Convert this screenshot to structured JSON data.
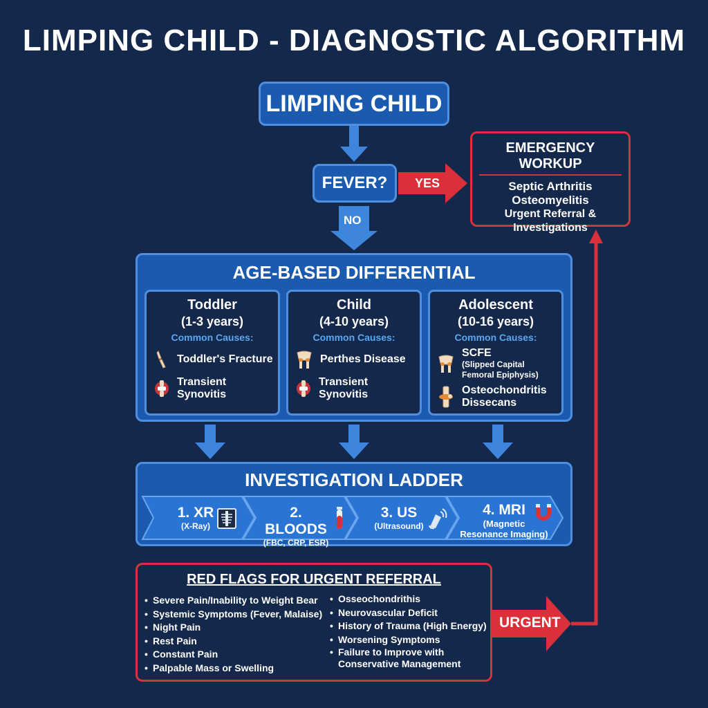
{
  "title": "LIMPING CHILD - DIAGNOSTIC ALGORITHM",
  "start_node": "LIMPING CHILD",
  "fever_node": "FEVER?",
  "yes_label": "YES",
  "no_label": "NO",
  "urgent_label": "URGENT",
  "emergency": {
    "title": "EMERGENCY WORKUP",
    "items": [
      "Septic Arthritis",
      "Osteomyelitis",
      "Urgent Referral &",
      "Investigations"
    ]
  },
  "age_differential": {
    "title": "AGE-BASED DIFFERENTIAL",
    "groups": [
      {
        "name": "Toddler",
        "range": "(1-3 years)",
        "causes_label": "Common Causes:",
        "causes": [
          {
            "label": "Toddler's Fracture",
            "icon": "bone-fracture-icon"
          },
          {
            "label": "Transient Synovitis",
            "icon": "inflamed-joint-icon"
          }
        ]
      },
      {
        "name": "Child",
        "range": "(4-10 years)",
        "causes_label": "Common Causes:",
        "causes": [
          {
            "label": "Perthes Disease",
            "icon": "pelvis-icon"
          },
          {
            "label": "Transient Synovitis",
            "icon": "inflamed-joint-icon"
          }
        ]
      },
      {
        "name": "Adolescent",
        "range": "(10-16 years)",
        "causes_label": "Common Causes:",
        "causes": [
          {
            "label": "SCFE",
            "sub": "(Slipped Capital Femoral Epiphysis)",
            "icon": "pelvis-icon"
          },
          {
            "label": "Osteochondritis Dissecans",
            "icon": "knee-joint-icon"
          }
        ]
      }
    ]
  },
  "investigation_ladder": {
    "title": "INVESTIGATION LADDER",
    "steps": [
      {
        "name": "1. XR",
        "sub": "(X-Ray)",
        "icon": "xray-icon"
      },
      {
        "name": "2. BLOODS",
        "sub": "(FBC, CRP, ESR)",
        "icon": "blood-tube-icon"
      },
      {
        "name": "3. US",
        "sub": "(Ultrasound)",
        "icon": "ultrasound-probe-icon"
      },
      {
        "name": "4. MRI",
        "sub": "(Magnetic Resonance Imaging)",
        "icon": "magnet-icon"
      }
    ]
  },
  "red_flags": {
    "title": "RED FLAGS FOR URGENT REFERRAL",
    "left": [
      "Severe Pain/Inability to Weight Bear",
      "Systemic Symptoms (Fever, Malaise)",
      "Night Pain",
      "Rest Pain",
      "Constant Pain",
      "Palpable Mass or Swelling"
    ],
    "right": [
      "Osseochondrithis",
      "Neurovascular Deficit",
      "History of Trauma (High Energy)",
      "Worsening Symptoms",
      "Failure to Improve with Conservative Management"
    ]
  },
  "colors": {
    "background": "#13284a",
    "box_blue": "#1a5bb0",
    "border_blue": "#4f8fe0",
    "arrow_blue": "#3d86dc",
    "alert_red": "#d9303a",
    "accent_text": "#5aa8f2"
  }
}
